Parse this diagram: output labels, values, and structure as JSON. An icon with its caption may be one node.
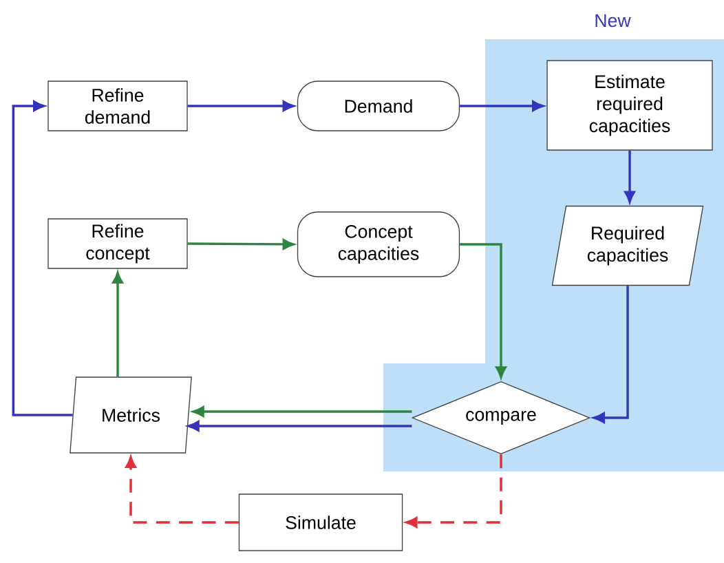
{
  "diagram": {
    "nodes": [
      {
        "text": [
          "New"
        ]
      },
      {
        "text": [
          "Refine demand"
        ]
      },
      {
        "text": [
          "Demand"
        ]
      },
      {
        "text": [
          "Estimate required capacities"
        ],
        "in": 0
      },
      {
        "text": [
          "Refine concept"
        ]
      },
      {
        "text": [
          "Concept capacities"
        ]
      },
      {
        "text": [
          "Required capacities"
        ],
        "in": 0
      },
      {
        "text": [
          "Metrics"
        ]
      },
      {
        "text": [
          "compare"
        ],
        "in": 0
      },
      {
        "text": [
          "Simulate"
        ]
      }
    ],
    "edges": [
      {
        "from": 1,
        "to": 2,
        "arrow": "to"
      },
      {
        "from": 2,
        "to": 3,
        "arrow": "to"
      },
      {
        "from": 3,
        "to": 6,
        "arrow": "to"
      },
      {
        "from": 6,
        "to": 8,
        "arrow": "to"
      },
      {
        "from": 4,
        "to": 5,
        "arrow": "to",
        "color": "#2e8540"
      },
      {
        "from": 5,
        "to": 8,
        "arrow": "to",
        "color": "#2e8540"
      },
      {
        "from": 8,
        "to": 7,
        "arrow": "to",
        "color": "#2e8540"
      },
      {
        "from": 8,
        "to": 7,
        "arrow": "to"
      },
      {
        "from": 7,
        "to": 4,
        "arrow": "to",
        "color": "#2e8540"
      },
      {
        "from": 7,
        "to": 1,
        "arrow": "to"
      },
      {
        "from": 8,
        "to": 9,
        "arrow": "to",
        "style": "dashed",
        "color": "#e0303a"
      },
      {
        "from": 9,
        "to": 7,
        "arrow": "to",
        "style": "dashed",
        "color": "#e0303a"
      }
    ]
  }
}
